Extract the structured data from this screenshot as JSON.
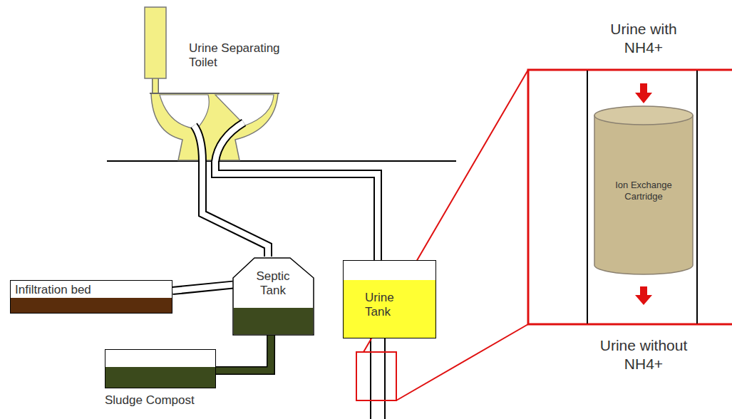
{
  "diagram": {
    "nodes": [
      {
        "text": [
          "Urine Separating Toilet"
        ]
      },
      {
        "text": [
          "Septic Tank"
        ]
      },
      {
        "text": [
          "Infiltration bed"
        ]
      },
      {
        "text": [
          "Urine Tank"
        ]
      },
      {
        "text": [
          "Sludge Compost"
        ]
      },
      {
        "text": [
          "Ion Exchange Cartridge"
        ]
      }
    ],
    "edges": [
      {
        "from": 0,
        "to": 1,
        "arrow": "none"
      },
      {
        "from": 0,
        "to": 3,
        "arrow": "none"
      },
      {
        "from": 1,
        "to": 2,
        "arrow": "none"
      },
      {
        "from": 1,
        "to": 4,
        "arrow": "none"
      }
    ],
    "labels": [
      "Urine with NH4+",
      "Urine without NH4+"
    ]
  }
}
